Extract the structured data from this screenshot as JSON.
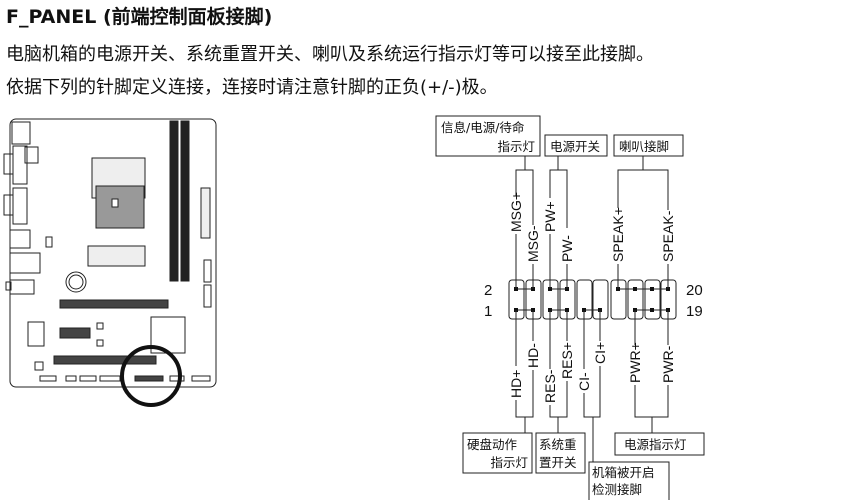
{
  "heading": "F_PANEL (前端控制面板接脚)",
  "description": [
    "电脑机箱的电源开关、系统重置开关、喇叭及系统运行指示灯等可以接至此接脚。",
    "依据下列的针脚定义连接，连接时请注意针脚的正负(+/-)极。"
  ],
  "header_diagram": {
    "pin_numbers": {
      "top_left": "2",
      "bottom_left": "1",
      "top_right": "20",
      "bottom_right": "19"
    },
    "top_pins": [
      "MSG+",
      "MSG-",
      "PW+",
      "PW-",
      "SPEAK+",
      "SPEAK-"
    ],
    "bottom_pins": [
      "HD+",
      "HD-",
      "RES-",
      "RES+",
      "CI-",
      "CI+",
      "PWR+",
      "PWR-"
    ],
    "groups": {
      "msg_line1": "信息/电源/待命",
      "msg_line2": "指示灯",
      "power_switch": "电源开关",
      "speaker": "喇叭接脚",
      "hd_line1": "硬盘动作",
      "hd_line2": "指示灯",
      "reset_line1": "系统重",
      "reset_line2": "置开关",
      "chassis_line1": "机箱被开启",
      "chassis_line2": "检测接脚",
      "power_led": "电源指示灯"
    }
  }
}
